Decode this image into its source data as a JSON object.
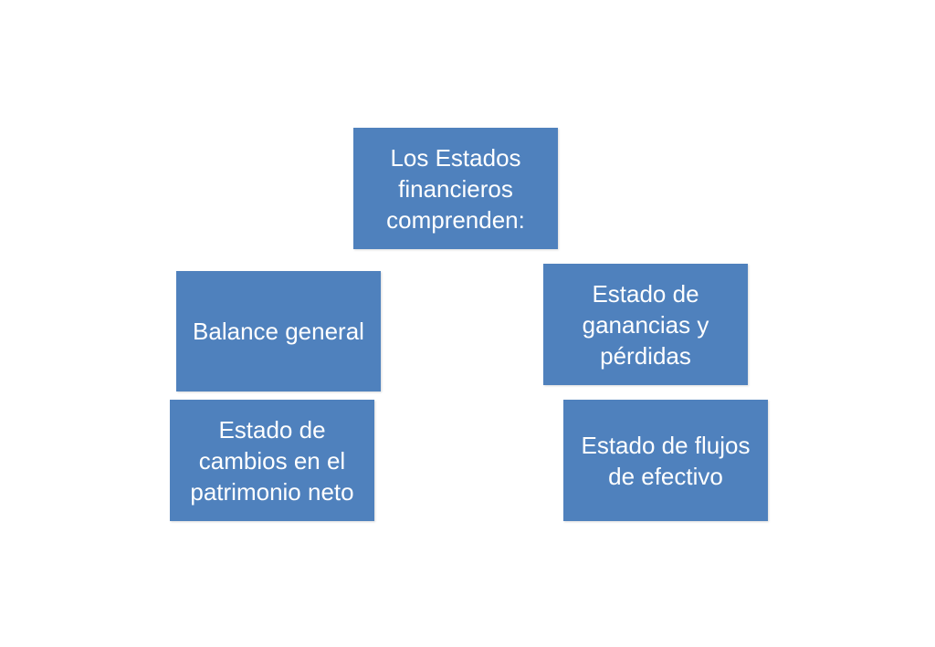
{
  "diagram": {
    "root": {
      "label": "Los Estados\nfinancieros\ncomprenden:"
    },
    "children": [
      {
        "id": "balance",
        "label": "Balance general"
      },
      {
        "id": "ganancias",
        "label": "Estado de\nganancias y\npérdidas"
      },
      {
        "id": "cambios",
        "label": "Estado de\ncambios en el\npatrimonio neto"
      },
      {
        "id": "flujos",
        "label": "Estado de flujos\nde efectivo"
      }
    ]
  },
  "colors": {
    "box_fill": "#4f81bd",
    "box_text": "#ffffff",
    "background": "#ffffff"
  }
}
